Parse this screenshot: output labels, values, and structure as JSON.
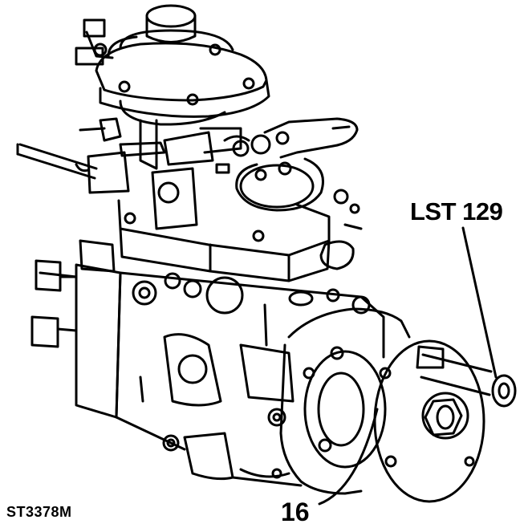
{
  "figure": {
    "tool_label": "LST 129",
    "part_label": "16",
    "figure_code": "ST3378M"
  },
  "colors": {
    "ink": "#000000",
    "paper": "#ffffff"
  },
  "icons": {
    "illustration": "fuel-injection-pump-illustration"
  }
}
